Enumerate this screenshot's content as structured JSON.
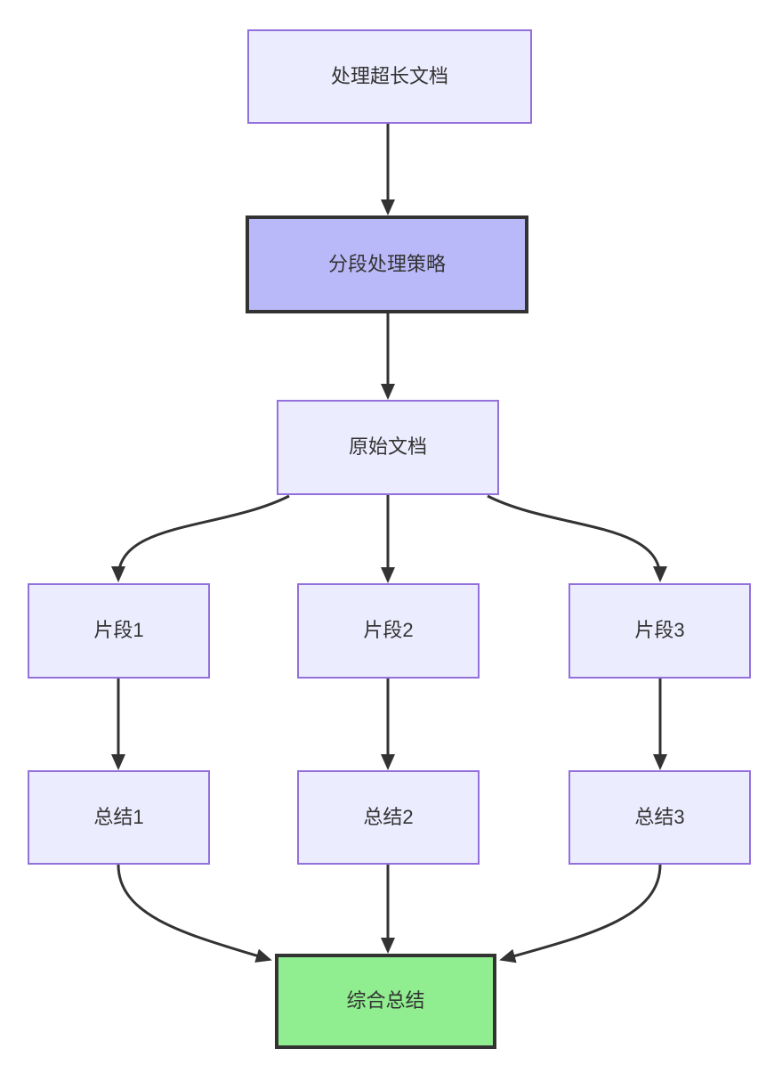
{
  "diagram": {
    "type": "flowchart",
    "direction": "top-down",
    "nodes": [
      {
        "id": "A",
        "label": "处理超长文档",
        "kind": "default"
      },
      {
        "id": "B",
        "label": "分段处理策略",
        "kind": "strategy"
      },
      {
        "id": "C",
        "label": "原始文档",
        "kind": "default"
      },
      {
        "id": "D1",
        "label": "片段1",
        "kind": "default"
      },
      {
        "id": "D2",
        "label": "片段2",
        "kind": "default"
      },
      {
        "id": "D3",
        "label": "片段3",
        "kind": "default"
      },
      {
        "id": "E1",
        "label": "总结1",
        "kind": "default"
      },
      {
        "id": "E2",
        "label": "总结2",
        "kind": "default"
      },
      {
        "id": "E3",
        "label": "总结3",
        "kind": "default"
      },
      {
        "id": "F",
        "label": "综合总结",
        "kind": "final"
      }
    ],
    "edges": [
      {
        "from": "A",
        "to": "B"
      },
      {
        "from": "B",
        "to": "C"
      },
      {
        "from": "C",
        "to": "D1"
      },
      {
        "from": "C",
        "to": "D2"
      },
      {
        "from": "C",
        "to": "D3"
      },
      {
        "from": "D1",
        "to": "E1"
      },
      {
        "from": "D2",
        "to": "E2"
      },
      {
        "from": "D3",
        "to": "E3"
      },
      {
        "from": "E1",
        "to": "F"
      },
      {
        "from": "E2",
        "to": "F"
      },
      {
        "from": "E3",
        "to": "F"
      }
    ],
    "colors": {
      "background": "#ffffff",
      "node_fill": "#ececff",
      "node_border": "#9370db",
      "strategy_fill": "#b9b9f9",
      "strategy_border": "#333333",
      "final_fill": "#90ee90",
      "final_border": "#333333",
      "edge": "#333333",
      "text": "#333333"
    }
  }
}
